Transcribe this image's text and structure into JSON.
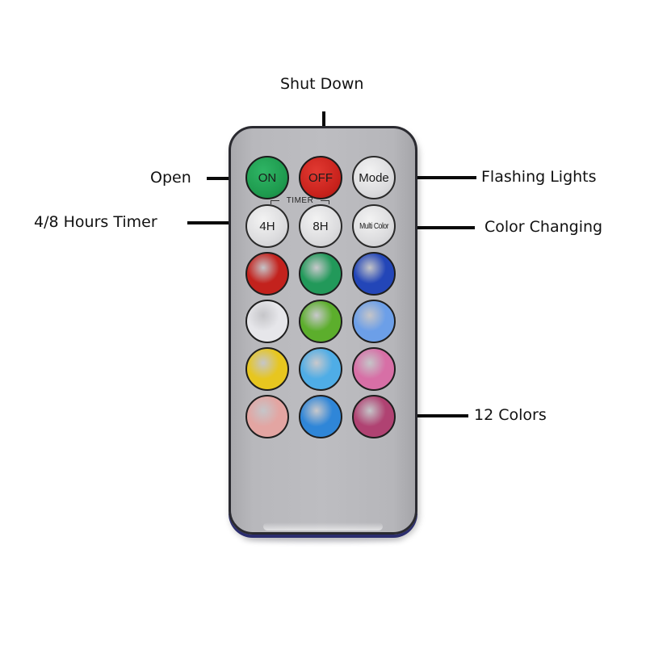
{
  "annotations": {
    "shut_down": "Shut Down",
    "open": "Open",
    "timer": "4/8 Hours Timer",
    "flashing": "Flashing Lights",
    "color_changing": "Color Changing",
    "twelve_colors": "12 Colors"
  },
  "remote": {
    "buttons": {
      "on": {
        "label": "ON",
        "color": "#1e9a4e"
      },
      "off": {
        "label": "OFF",
        "color": "#c8221c"
      },
      "mode": {
        "label": "Mode"
      },
      "timer_caption": "TIMER",
      "h4": {
        "label": "4H"
      },
      "h8": {
        "label": "8H"
      },
      "multi": {
        "label": "Multi Color"
      }
    },
    "color_buttons": [
      {
        "name": "red",
        "color": "#c3221d"
      },
      {
        "name": "green",
        "color": "#22995a"
      },
      {
        "name": "blue",
        "color": "#2346b8"
      },
      {
        "name": "white",
        "color": "#e6e6ea"
      },
      {
        "name": "lime-green",
        "color": "#5cae2c"
      },
      {
        "name": "light-blue",
        "color": "#6c9fe8"
      },
      {
        "name": "yellow",
        "color": "#e7c61f"
      },
      {
        "name": "sky-blue",
        "color": "#4fade6"
      },
      {
        "name": "pink",
        "color": "#d76fa6"
      },
      {
        "name": "light-pink",
        "color": "#e3a5a2"
      },
      {
        "name": "azure",
        "color": "#2f86d8"
      },
      {
        "name": "magenta",
        "color": "#b04272"
      }
    ]
  }
}
